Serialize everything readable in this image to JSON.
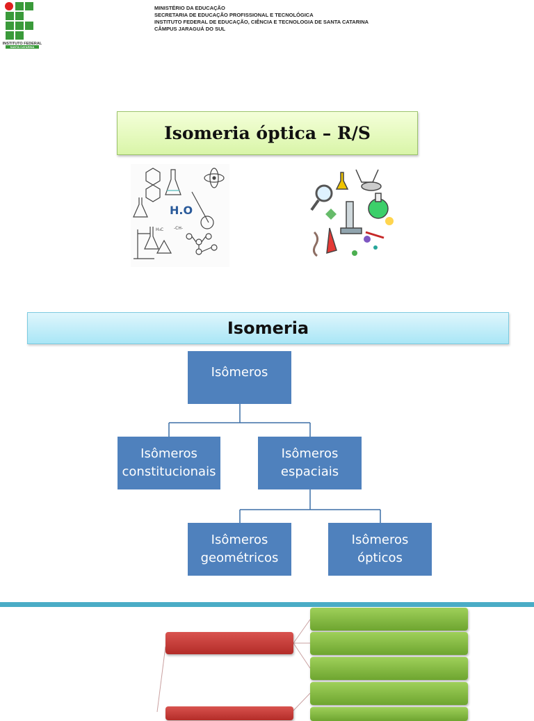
{
  "header": {
    "logo_name": "if-logo",
    "logo_text": "INSTITUTO FEDERAL SANTA CATARINA",
    "lines": [
      "MINISTÉRIO DA EDUCAÇÃO",
      "SECRETARIA DE EDUCAÇÃO PROFISSIONAL E TECNOLÓGICA",
      "INSTITUTO FEDERAL DE EDUCAÇÃO, CIÊNCIA E TECNOLOGIA DE SANTA CATARINA",
      "CÂMPUS JARAGUÁ DO SUL"
    ]
  },
  "title": "Isomeria óptica – R/S",
  "illustrations": {
    "left": "chemistry-sketch-illustration",
    "left_formula": "H.O",
    "right": "science-lab-clipart"
  },
  "section_title": "Isomeria",
  "tree": {
    "root": "Isômeros",
    "level2": [
      "Isômeros constitucionais",
      "Isômeros espaciais"
    ],
    "level3": [
      "Isômeros geométricos",
      "Isômeros ópticos"
    ]
  },
  "colors": {
    "node_blue": "#4f81bd",
    "divider_teal": "#4aacc6",
    "title_green": "#d9f5a8",
    "section_cyan": "#a9e6f6",
    "red_box": "#c0392b",
    "green_box": "#8bc34a"
  }
}
